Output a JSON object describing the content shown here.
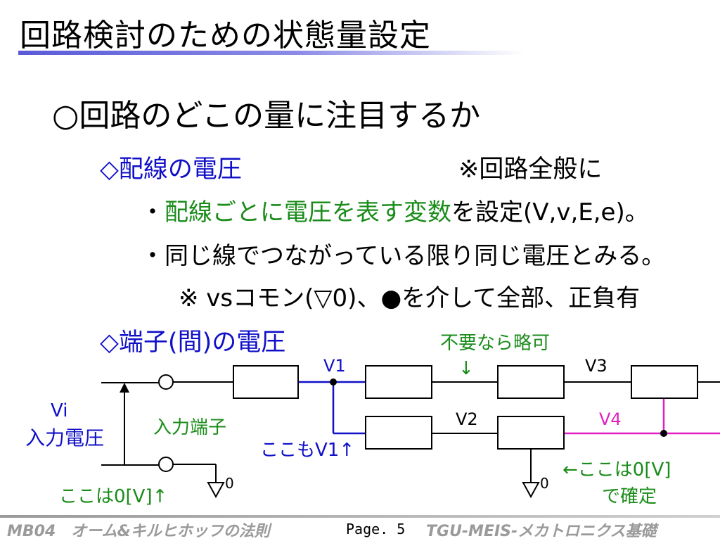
{
  "title": "回路検討のための状態量設定",
  "heading": "○回路のどこの量に注目するか",
  "section1": {
    "label": "◇配線の電圧",
    "note": "※回路全般に",
    "bullet1_prefix": "・",
    "bullet1_green": "配線ごとに電圧を表す変数",
    "bullet1_rest": "を設定(V,v,E,e)。",
    "bullet2": "・同じ線でつながっている限り同じ電圧とみる。",
    "note2": "※  vsコモン(▽0)、●を介して全部、正負有"
  },
  "section2": {
    "label": "◇端子(間)の電圧"
  },
  "circuit": {
    "vi_label": "Vi",
    "vi_caption": "入力電圧",
    "input_terminal": "入力端子",
    "ground_note": "ここは0[V]↑",
    "ground_zero_left": "0",
    "ground_zero_right": "0",
    "v1": "V1",
    "v1_here": "ここもV1↑",
    "v2": "V2",
    "v3": "V3",
    "v4": "V4",
    "optional_note": "不要なら略可",
    "optional_arrow": "↓",
    "fixed_note_line1": "←ここは0[V]",
    "fixed_note_line2": "で確定"
  },
  "colors": {
    "blue": "#1010c8",
    "green": "#1a8c1a",
    "magenta": "#e020c0"
  },
  "footer": {
    "left": "MB04　オーム&キルヒホッフの法則",
    "page": "Page. 5",
    "right": "TGU-MEIS-メカトロニクス基礎"
  }
}
